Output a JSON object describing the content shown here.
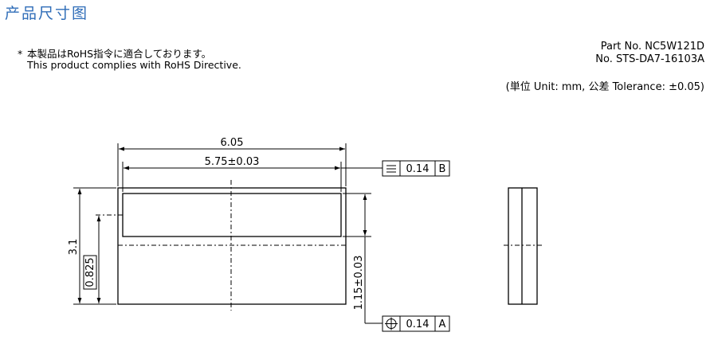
{
  "header": {
    "title": "产品尺寸图",
    "note_mark": "*",
    "note_jp": "本製品はRoHS指令に適合しております。",
    "note_en": "This product complies with RoHS Directive.",
    "part_no": "Part No. NC5W121D",
    "doc_no": "No. STS-DA7-16103A",
    "units": "(単位 Unit: mm,  公差 Tolerance: ±0.05)"
  },
  "dimensions": {
    "overall_width": "6.05",
    "window_width": "5.75±0.03",
    "overall_height": "3.1",
    "offset_height": "0.825",
    "window_height": "1.15±0.03"
  },
  "tolerance_frames": {
    "parallelism": {
      "value": "0.14",
      "datum": "B"
    },
    "position": {
      "value": "0.14",
      "datum": "A"
    }
  }
}
